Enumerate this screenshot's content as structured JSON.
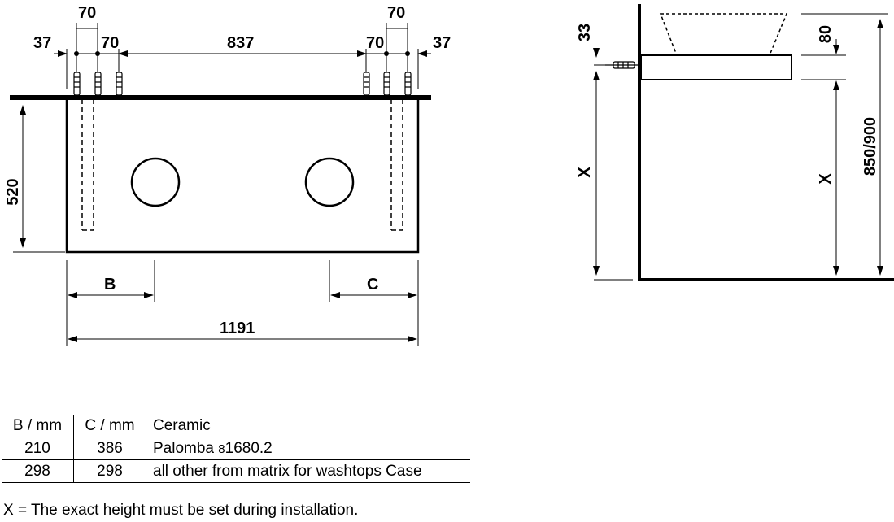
{
  "front_view": {
    "dims": {
      "left_edge_37": "37",
      "left_top_70": "70",
      "left_mid_70": "70",
      "center_837": "837",
      "right_mid_70": "70",
      "right_top_70": "70",
      "right_edge_37": "37",
      "height_520": "520",
      "b_label": "B",
      "c_label": "C",
      "width_1191": "1191"
    }
  },
  "side_view": {
    "dims": {
      "offset_33": "33",
      "thickness_80": "80",
      "x_left": "X",
      "x_right": "X",
      "height_850_900": "850/900"
    }
  },
  "table": {
    "headers": [
      "B / mm",
      "C / mm",
      "Ceramic"
    ],
    "rows": [
      [
        "210",
        "386",
        "Palomba",
        "8",
        "1680.2"
      ],
      [
        "298",
        "298",
        "all other from matrix for washtops Case"
      ]
    ]
  },
  "footnote": "X = The exact height must be set during installation."
}
